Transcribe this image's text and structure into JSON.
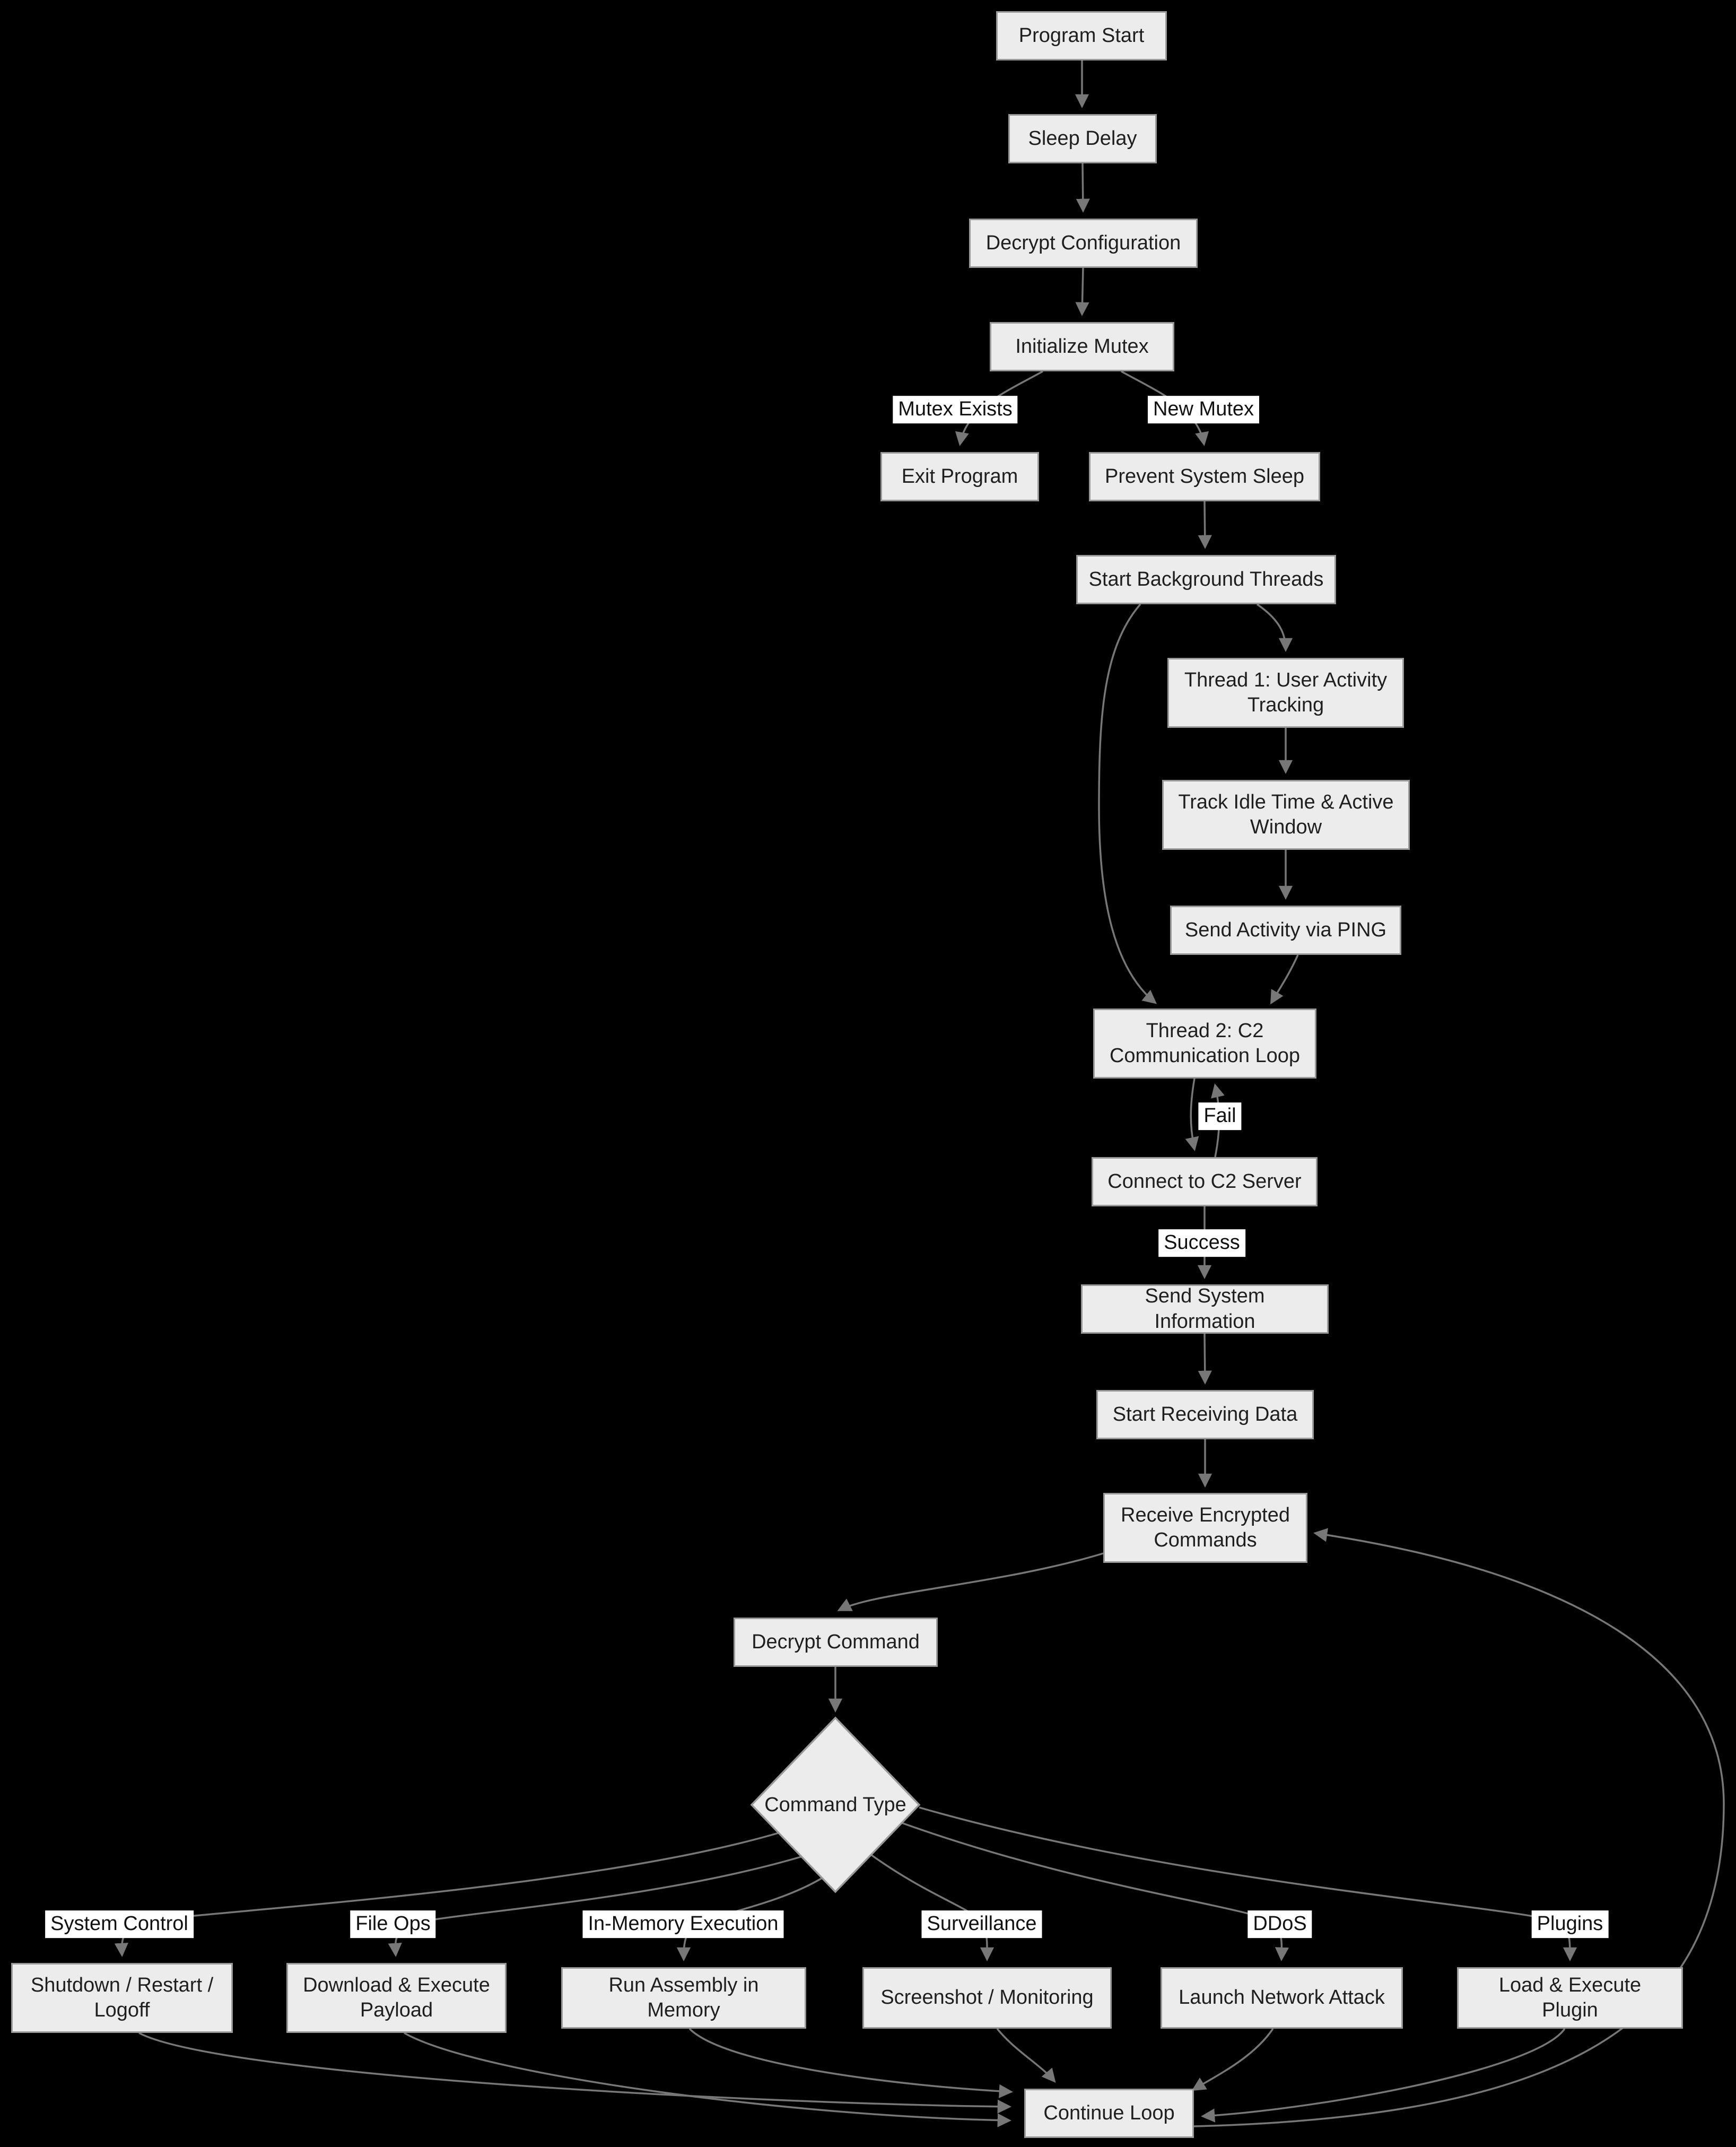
{
  "diagram": {
    "type": "flowchart",
    "background_color": "#000000",
    "node_fill_color": "#ececec",
    "node_border_color": "#999999",
    "node_text_color": "#1f1f1f",
    "edge_color": "#777777",
    "edge_label_background": "#ffffff",
    "nodes": {
      "program_start": {
        "label": "Program Start",
        "shape": "rect"
      },
      "sleep_delay": {
        "label": "Sleep Delay",
        "shape": "rect"
      },
      "decrypt_configuration": {
        "label": "Decrypt Configuration",
        "shape": "rect"
      },
      "initialize_mutex": {
        "label": "Initialize Mutex",
        "shape": "rect"
      },
      "exit_program": {
        "label": "Exit Program",
        "shape": "rect"
      },
      "prevent_system_sleep": {
        "label": "Prevent System Sleep",
        "shape": "rect"
      },
      "start_background_threads": {
        "label": "Start Background Threads",
        "shape": "rect"
      },
      "thread1_user_activity": {
        "label": "Thread 1: User Activity Tracking",
        "shape": "rect"
      },
      "track_idle_time": {
        "label": "Track Idle Time & Active Window",
        "shape": "rect"
      },
      "send_activity_ping": {
        "label": "Send Activity via PING",
        "shape": "rect"
      },
      "thread2_c2_loop": {
        "label": "Thread 2: C2 Communication Loop",
        "shape": "rect"
      },
      "connect_c2_server": {
        "label": "Connect to C2 Server",
        "shape": "rect"
      },
      "send_system_information": {
        "label": "Send System Information",
        "shape": "rect"
      },
      "start_receiving_data": {
        "label": "Start Receiving Data",
        "shape": "rect"
      },
      "receive_encrypted_commands": {
        "label": "Receive Encrypted Commands",
        "shape": "rect"
      },
      "decrypt_command": {
        "label": "Decrypt Command",
        "shape": "rect"
      },
      "command_type": {
        "label": "Command Type",
        "shape": "diamond"
      },
      "shutdown_restart_logoff": {
        "label": "Shutdown / Restart / Logoff",
        "shape": "rect"
      },
      "download_execute_payload": {
        "label": "Download & Execute Payload",
        "shape": "rect"
      },
      "run_assembly_in_memory": {
        "label": "Run Assembly in Memory",
        "shape": "rect"
      },
      "screenshot_monitoring": {
        "label": "Screenshot / Monitoring",
        "shape": "rect"
      },
      "launch_network_attack": {
        "label": "Launch Network Attack",
        "shape": "rect"
      },
      "load_execute_plugin": {
        "label": "Load & Execute Plugin",
        "shape": "rect"
      },
      "continue_loop": {
        "label": "Continue Loop",
        "shape": "rect"
      }
    },
    "edge_labels": {
      "mutex_exists": "Mutex Exists",
      "new_mutex": "New Mutex",
      "fail": "Fail",
      "success": "Success",
      "system_control": "System Control",
      "file_ops": "File Ops",
      "in_memory_execution": "In-Memory Execution",
      "surveillance": "Surveillance",
      "ddos": "DDoS",
      "plugins": "Plugins"
    }
  }
}
